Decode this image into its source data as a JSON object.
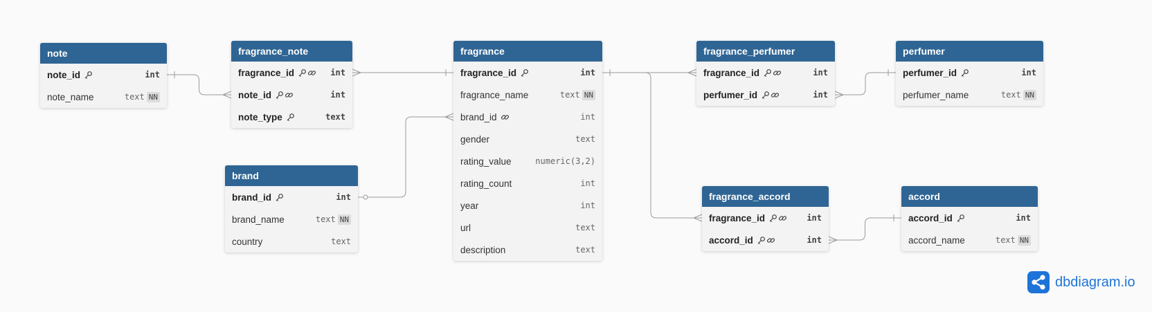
{
  "tables": [
    {
      "id": "note",
      "name": "note",
      "columns": [
        {
          "name": "note_id",
          "type": "int",
          "pk": true,
          "fk": false,
          "nn": false
        },
        {
          "name": "note_name",
          "type": "text",
          "pk": false,
          "fk": false,
          "nn": true
        }
      ]
    },
    {
      "id": "fragrance_note",
      "name": "fragrance_note",
      "columns": [
        {
          "name": "fragrance_id",
          "type": "int",
          "pk": true,
          "fk": true,
          "nn": false
        },
        {
          "name": "note_id",
          "type": "int",
          "pk": true,
          "fk": true,
          "nn": false
        },
        {
          "name": "note_type",
          "type": "text",
          "pk": true,
          "fk": false,
          "nn": false
        }
      ]
    },
    {
      "id": "fragrance",
      "name": "fragrance",
      "columns": [
        {
          "name": "fragrance_id",
          "type": "int",
          "pk": true,
          "fk": false,
          "nn": false
        },
        {
          "name": "fragrance_name",
          "type": "text",
          "pk": false,
          "fk": false,
          "nn": true
        },
        {
          "name": "brand_id",
          "type": "int",
          "pk": false,
          "fk": true,
          "nn": false
        },
        {
          "name": "gender",
          "type": "text",
          "pk": false,
          "fk": false,
          "nn": false
        },
        {
          "name": "rating_value",
          "type": "numeric(3,2)",
          "pk": false,
          "fk": false,
          "nn": false
        },
        {
          "name": "rating_count",
          "type": "int",
          "pk": false,
          "fk": false,
          "nn": false
        },
        {
          "name": "year",
          "type": "int",
          "pk": false,
          "fk": false,
          "nn": false
        },
        {
          "name": "url",
          "type": "text",
          "pk": false,
          "fk": false,
          "nn": false
        },
        {
          "name": "description",
          "type": "text",
          "pk": false,
          "fk": false,
          "nn": false
        }
      ]
    },
    {
      "id": "fragrance_perfumer",
      "name": "fragrance_perfumer",
      "columns": [
        {
          "name": "fragrance_id",
          "type": "int",
          "pk": true,
          "fk": true,
          "nn": false
        },
        {
          "name": "perfumer_id",
          "type": "int",
          "pk": true,
          "fk": true,
          "nn": false
        }
      ]
    },
    {
      "id": "perfumer",
      "name": "perfumer",
      "columns": [
        {
          "name": "perfumer_id",
          "type": "int",
          "pk": true,
          "fk": false,
          "nn": false
        },
        {
          "name": "perfumer_name",
          "type": "text",
          "pk": false,
          "fk": false,
          "nn": true
        }
      ]
    },
    {
      "id": "brand",
      "name": "brand",
      "columns": [
        {
          "name": "brand_id",
          "type": "int",
          "pk": true,
          "fk": false,
          "nn": false
        },
        {
          "name": "brand_name",
          "type": "text",
          "pk": false,
          "fk": false,
          "nn": true
        },
        {
          "name": "country",
          "type": "text",
          "pk": false,
          "fk": false,
          "nn": false
        }
      ]
    },
    {
      "id": "fragrance_accord",
      "name": "fragrance_accord",
      "columns": [
        {
          "name": "fragrance_id",
          "type": "int",
          "pk": true,
          "fk": true,
          "nn": false
        },
        {
          "name": "accord_id",
          "type": "int",
          "pk": true,
          "fk": true,
          "nn": false
        }
      ]
    },
    {
      "id": "accord",
      "name": "accord",
      "columns": [
        {
          "name": "accord_id",
          "type": "int",
          "pk": true,
          "fk": false,
          "nn": false
        },
        {
          "name": "accord_name",
          "type": "text",
          "pk": false,
          "fk": false,
          "nn": true
        }
      ]
    }
  ],
  "relationships": [
    {
      "from": "note.note_id",
      "to": "fragrance_note.note_id",
      "from_card": "one",
      "to_card": "many"
    },
    {
      "from": "fragrance.fragrance_id",
      "to": "fragrance_note.fragrance_id",
      "from_card": "one",
      "to_card": "many"
    },
    {
      "from": "brand.brand_id",
      "to": "fragrance.brand_id",
      "from_card": "zero-or-one",
      "to_card": "many"
    },
    {
      "from": "fragrance.fragrance_id",
      "to": "fragrance_perfumer.fragrance_id",
      "from_card": "one",
      "to_card": "many"
    },
    {
      "from": "perfumer.perfumer_id",
      "to": "fragrance_perfumer.perfumer_id",
      "from_card": "one",
      "to_card": "many"
    },
    {
      "from": "fragrance.fragrance_id",
      "to": "fragrance_accord.fragrance_id",
      "from_card": "one",
      "to_card": "many"
    },
    {
      "from": "accord.accord_id",
      "to": "fragrance_accord.accord_id",
      "from_card": "one",
      "to_card": "many"
    }
  ],
  "nn_label": "NN",
  "watermark": {
    "text": "dbdiagram.io",
    "icon": "share-nodes-icon"
  },
  "colors": {
    "header": "#2f6594",
    "body": "#f3f3f3",
    "line": "#9a9a9a",
    "watermark": "#1e73d8"
  }
}
